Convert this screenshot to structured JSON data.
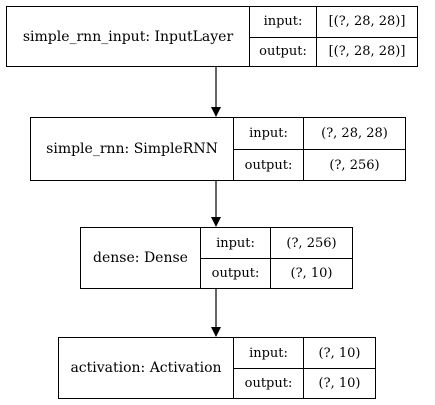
{
  "layers": [
    {
      "name": "simple_rnn_input: InputLayer",
      "input_label": "input:",
      "input_value": "[(?, 28, 28)]",
      "output_label": "output:",
      "output_value": "[(?, 28, 28)]"
    },
    {
      "name": "simple_rnn: SimpleRNN",
      "input_label": "input:",
      "input_value": "(?, 28, 28)",
      "output_label": "output:",
      "output_value": "(?, 256)"
    },
    {
      "name": "dense: Dense",
      "input_label": "input:",
      "input_value": "(?, 256)",
      "output_label": "output:",
      "output_value": "(?, 10)"
    },
    {
      "name": "activation: Activation",
      "input_label": "input:",
      "input_value": "(?, 10)",
      "output_label": "output:",
      "output_value": "(?, 10)"
    }
  ]
}
